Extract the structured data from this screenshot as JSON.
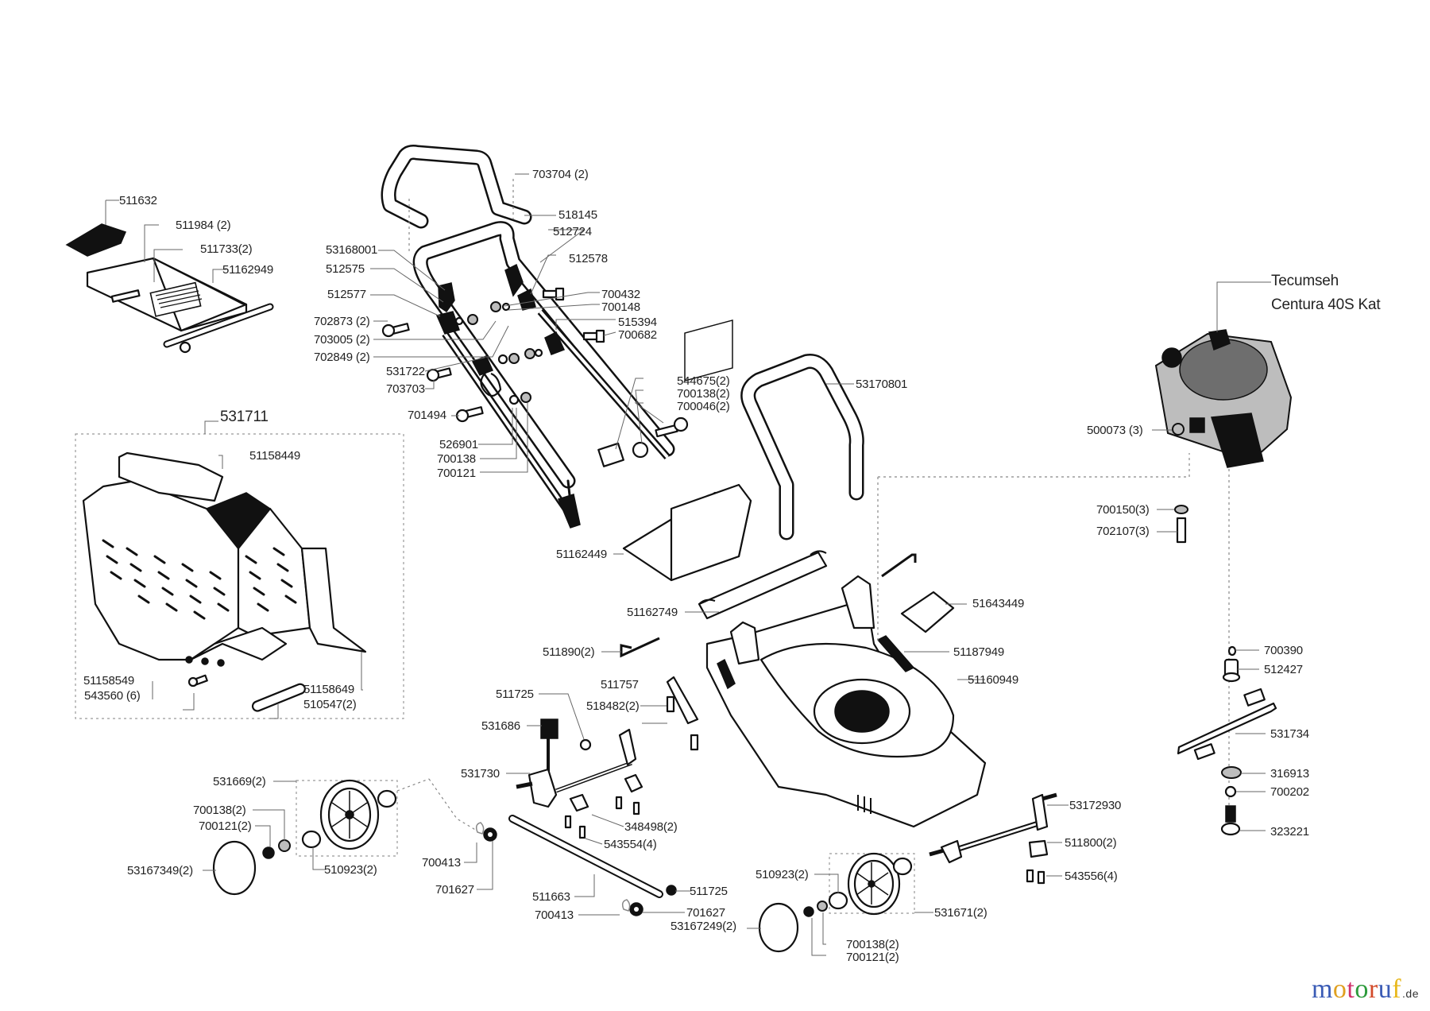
{
  "diagram": {
    "type": "exploded-parts-diagram",
    "subject": "lawn mower spare parts"
  },
  "engine": {
    "label_line1": "Tecumseh",
    "label_line2": "Centura 40S Kat"
  },
  "assemblies": {
    "grass_catcher": "531711"
  },
  "labels": {
    "p511632": "511632",
    "p511984": "511984 (2)",
    "p511733": "511733(2)",
    "p51162949": "51162949",
    "p703704": "703704 (2)",
    "p518145": "518145",
    "p512724": "512724",
    "p53168001": "53168001",
    "p512578": "512578",
    "p512575": "512575",
    "p512577": "512577",
    "p700432": "700432",
    "p700148": "700148",
    "p702873": "702873 (2)",
    "p515394": "515394",
    "p700682": "700682",
    "p703005": "703005 (2)",
    "p702849": "702849 (2)",
    "p531722": "531722",
    "p703703": "703703",
    "p544675": "544675(2)",
    "p700138a": "700138(2)",
    "p700046": "700046(2)",
    "p701494": "701494",
    "p526901": "526901",
    "p700138b": "700138",
    "p700121b": "700121",
    "p53170801": "53170801",
    "p500073": "500073 (3)",
    "p700150": "700150(3)",
    "p702107": "702107(3)",
    "p51158449": "51158449",
    "p51158549": "51158549",
    "p543560": "543560 (6)",
    "p51158649": "51158649",
    "p510547": "510547(2)",
    "p51162449": "51162449",
    "p51162749": "51162749",
    "p51643449": "51643449",
    "p511890": "511890(2)",
    "p51187949": "51187949",
    "p51160949": "51160949",
    "p511757": "511757",
    "p518482": "518482(2)",
    "p511725a": "511725",
    "p531686": "531686",
    "p531730": "531730",
    "p348498": "348498(2)",
    "p543554": "543554(4)",
    "p531669": "531669(2)",
    "p700138c": "700138(2)",
    "p700121c": "700121(2)",
    "p53167349": "53167349(2)",
    "p510923a": "510923(2)",
    "p700413a": "700413",
    "p701627a": "701627",
    "p511663": "511663",
    "p511725b": "511725",
    "p700413b": "700413",
    "p701627b": "701627",
    "p53167249": "53167249(2)",
    "p510923b": "510923(2)",
    "p700138d": "700138(2)",
    "p700121d": "700121(2)",
    "p531671": "531671(2)",
    "p53172930": "53172930",
    "p511800": "511800(2)",
    "p543556": "543556(4)",
    "p700390": "700390",
    "p512427": "512427",
    "p531734": "531734",
    "p316913": "316913",
    "p700202": "700202",
    "p323221": "323221"
  },
  "watermark": {
    "letters": [
      "m",
      "o",
      "t",
      "o",
      "r",
      "u",
      "f"
    ],
    "colors": [
      "#3a5bb5",
      "#e0a020",
      "#d0306a",
      "#2c9a3a",
      "#d24a2a",
      "#3a5bb5",
      "#e8b81c"
    ],
    "tld": ".de"
  }
}
